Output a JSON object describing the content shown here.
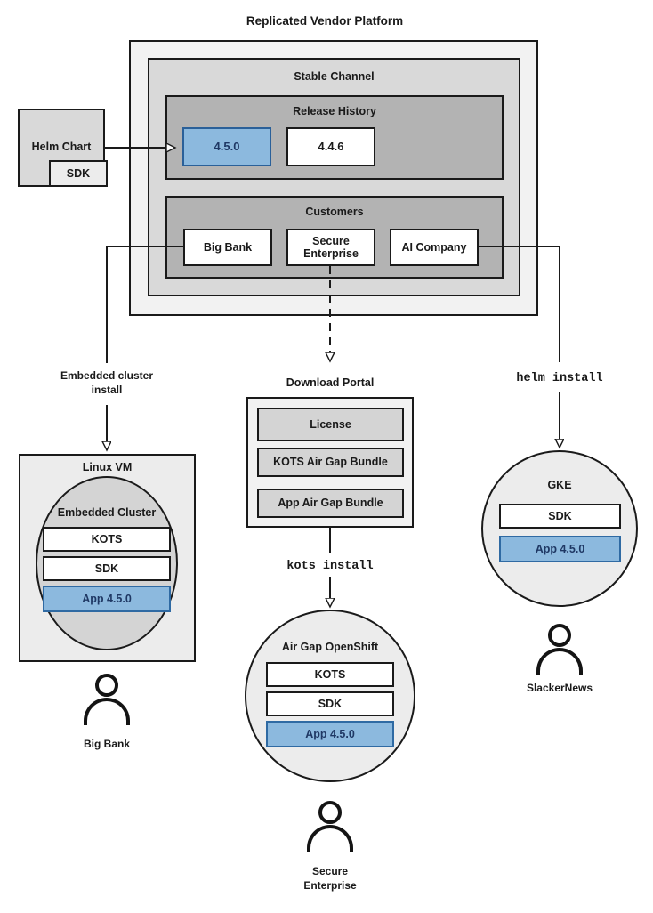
{
  "diagram": {
    "title": "Replicated Vendor Platform",
    "platform": {
      "channel_label": "Stable Channel",
      "release_history": {
        "label": "Release History",
        "releases": [
          {
            "version": "4.5.0",
            "highlighted": true
          },
          {
            "version": "4.4.6",
            "highlighted": false
          }
        ]
      },
      "customers": {
        "label": "Customers",
        "items": [
          {
            "name": "Big Bank"
          },
          {
            "name": "Secure\nEnterprise"
          },
          {
            "name": "AI Company"
          }
        ]
      }
    },
    "helm_chart": {
      "label": "Helm Chart",
      "sdk_label": "SDK"
    },
    "connector_labels": {
      "embedded": "Embedded cluster\ninstall",
      "embedded_line1": "Embedded cluster",
      "embedded_line2": "install",
      "helm_install": "helm install",
      "kots_install": "kots install"
    },
    "download_portal": {
      "label": "Download Portal",
      "artifacts": [
        "License",
        "KOTS Air Gap Bundle",
        "App Air Gap Bundle"
      ]
    },
    "targets": [
      {
        "id": "linux-vm",
        "outer_label": "Linux VM",
        "inner_label": "Embedded Cluster",
        "components": [
          {
            "label": "KOTS",
            "highlighted": false
          },
          {
            "label": "SDK",
            "highlighted": false
          },
          {
            "label": "App 4.5.0",
            "highlighted": true
          }
        ],
        "actor": "Big Bank"
      },
      {
        "id": "air-gap-openshift",
        "outer_label": "Air Gap OpenShift",
        "components": [
          {
            "label": "KOTS",
            "highlighted": false
          },
          {
            "label": "SDK",
            "highlighted": false
          },
          {
            "label": "App 4.5.0",
            "highlighted": true
          }
        ],
        "actor_line1": "Secure",
        "actor_line2": "Enterprise"
      },
      {
        "id": "gke",
        "outer_label": "GKE",
        "components": [
          {
            "label": "SDK",
            "highlighted": false
          },
          {
            "label": "App 4.5.0",
            "highlighted": true
          }
        ],
        "actor": "SlackerNews"
      }
    ],
    "colors": {
      "platform_fill": "#f2f2f2",
      "channel_fill": "#d9d9d9",
      "section_fill": "#b3b3b3",
      "highlight_fill": "#8cb9de",
      "highlight_border": "#2a6099",
      "highlight_text": "#1f3864",
      "stroke": "#1a1a1a",
      "node_fill": "#ececec",
      "cluster_fill": "#d4d4d4"
    }
  }
}
